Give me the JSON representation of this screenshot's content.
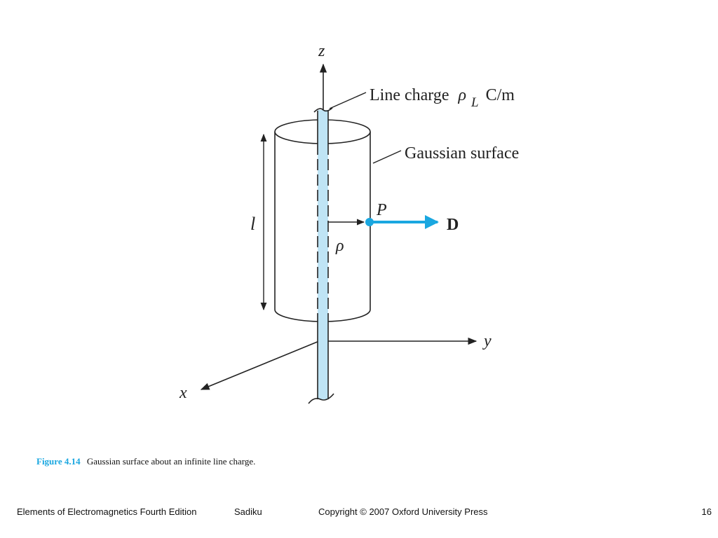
{
  "diagram": {
    "axis_labels": {
      "z": "z",
      "y": "y",
      "x": "x"
    },
    "line_charge": {
      "text": "Line charge",
      "rho_symbol": "ρ",
      "subscript": "L",
      "unit": "C/m"
    },
    "gaussian_surface_label": "Gaussian surface",
    "length_label": "l",
    "point_label": "P",
    "radius_label": "ρ",
    "field_label": "D",
    "colors": {
      "accent": "#1aa7e0",
      "line_fill": "#bfe4f5",
      "ink": "#222222"
    }
  },
  "caption": {
    "figure_number": "Figure 4.14",
    "text": "Gaussian surface about an infinite line charge."
  },
  "footer": {
    "book": "Elements of Electromagnetics Fourth Edition",
    "author": "Sadiku",
    "copyright": "Copyright © 2007 Oxford University Press",
    "page": "16"
  }
}
